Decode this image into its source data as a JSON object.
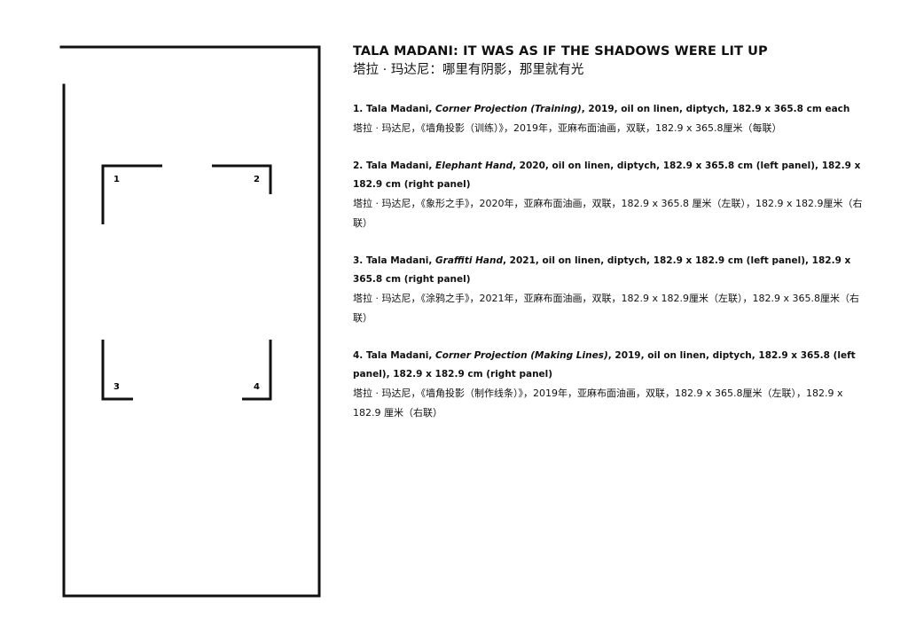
{
  "exhibition": {
    "title_en": "TALA MADANI: IT WAS AS IF THE SHADOWS WERE LIT UP",
    "title_zh": "塔拉 · 玛达尼：哪里有阴影，那里就有光"
  },
  "floorplan": {
    "labels": [
      "1",
      "2",
      "3",
      "4"
    ]
  },
  "works": [
    {
      "number": "1.",
      "artist": "Tala Madani,",
      "title": "Corner Projection (Training)",
      "details": ", 2019, oil on linen, diptych, 182.9 x 365.8 cm each",
      "zh": "塔拉 · 玛达尼，《墙角投影（训练）》，2019年，亚麻布面油画，双联，182.9 x 365.8厘米（每联）"
    },
    {
      "number": "2.",
      "artist": "Tala Madani,",
      "title": "Elephant Hand",
      "details": ", 2020, oil on linen, diptych, 182.9 x 365.8 cm (left panel), 182.9 x 182.9 cm (right panel)",
      "zh": "塔拉 · 玛达尼，《象形之手》，2020年，亚麻布面油画，双联，182.9 x 365.8 厘米（左联），182.9 x 182.9厘米（右联）"
    },
    {
      "number": "3.",
      "artist": "Tala Madani,",
      "title": "Graffiti Hand",
      "details": ", 2021, oil on linen, diptych, 182.9 x 182.9 cm (left panel), 182.9 x 365.8 cm (right panel)",
      "zh": "塔拉 · 玛达尼，《涂鸦之手》，2021年，亚麻布面油画，双联，182.9 x 182.9厘米（左联），182.9 x 365.8厘米（右联）"
    },
    {
      "number": "4.",
      "artist": "Tala Madani,",
      "title": "Corner Projection (Making Lines)",
      "details": ", 2019, oil on linen, diptych, 182.9 x 365.8 (left panel), 182.9 x 182.9 cm (right panel)",
      "zh": "塔拉 · 玛达尼，《墙角投影（制作线条）》，2019年，亚麻布面油画，双联，182.9 x 365.8厘米（左联），182.9 x 182.9 厘米（右联）"
    }
  ]
}
